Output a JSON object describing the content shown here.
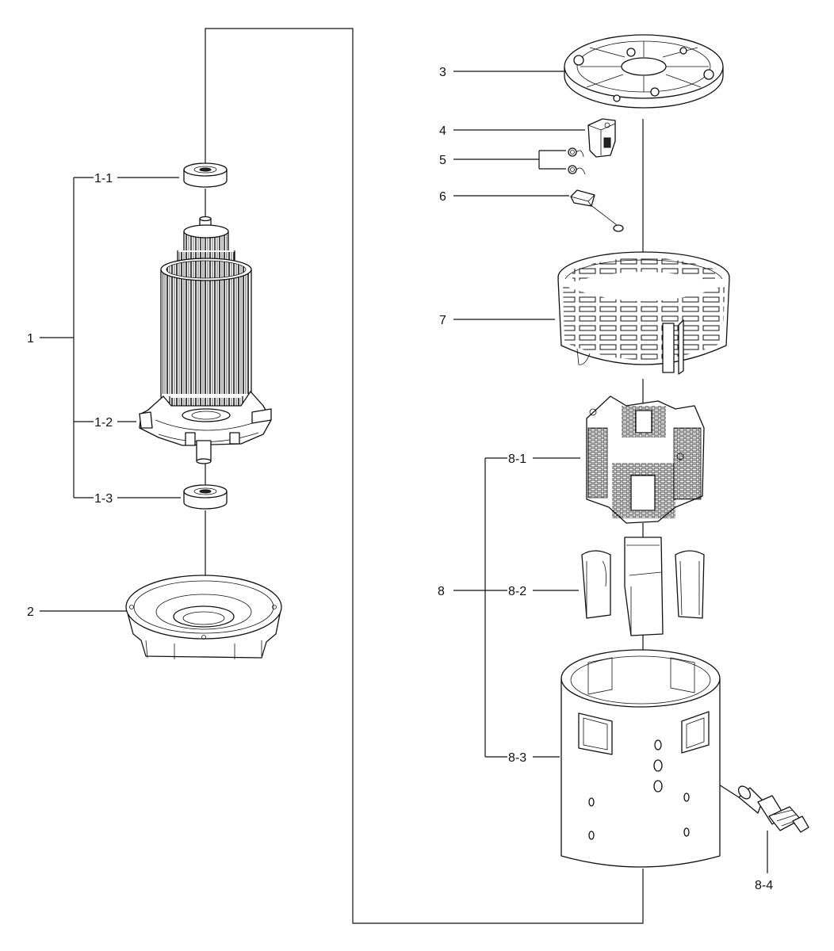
{
  "labels": {
    "p1": "1",
    "p1_1": "1-1",
    "p1_2": "1-2",
    "p1_3": "1-3",
    "p2": "2",
    "p3": "3",
    "p4": "4",
    "p5": "5",
    "p6": "6",
    "p7": "7",
    "p8": "8",
    "p8_1": "8-1",
    "p8_2": "8-2",
    "p8_3": "8-3",
    "p8_4": "8-4"
  },
  "colors": {
    "line": "#111111",
    "background": "#ffffff"
  }
}
